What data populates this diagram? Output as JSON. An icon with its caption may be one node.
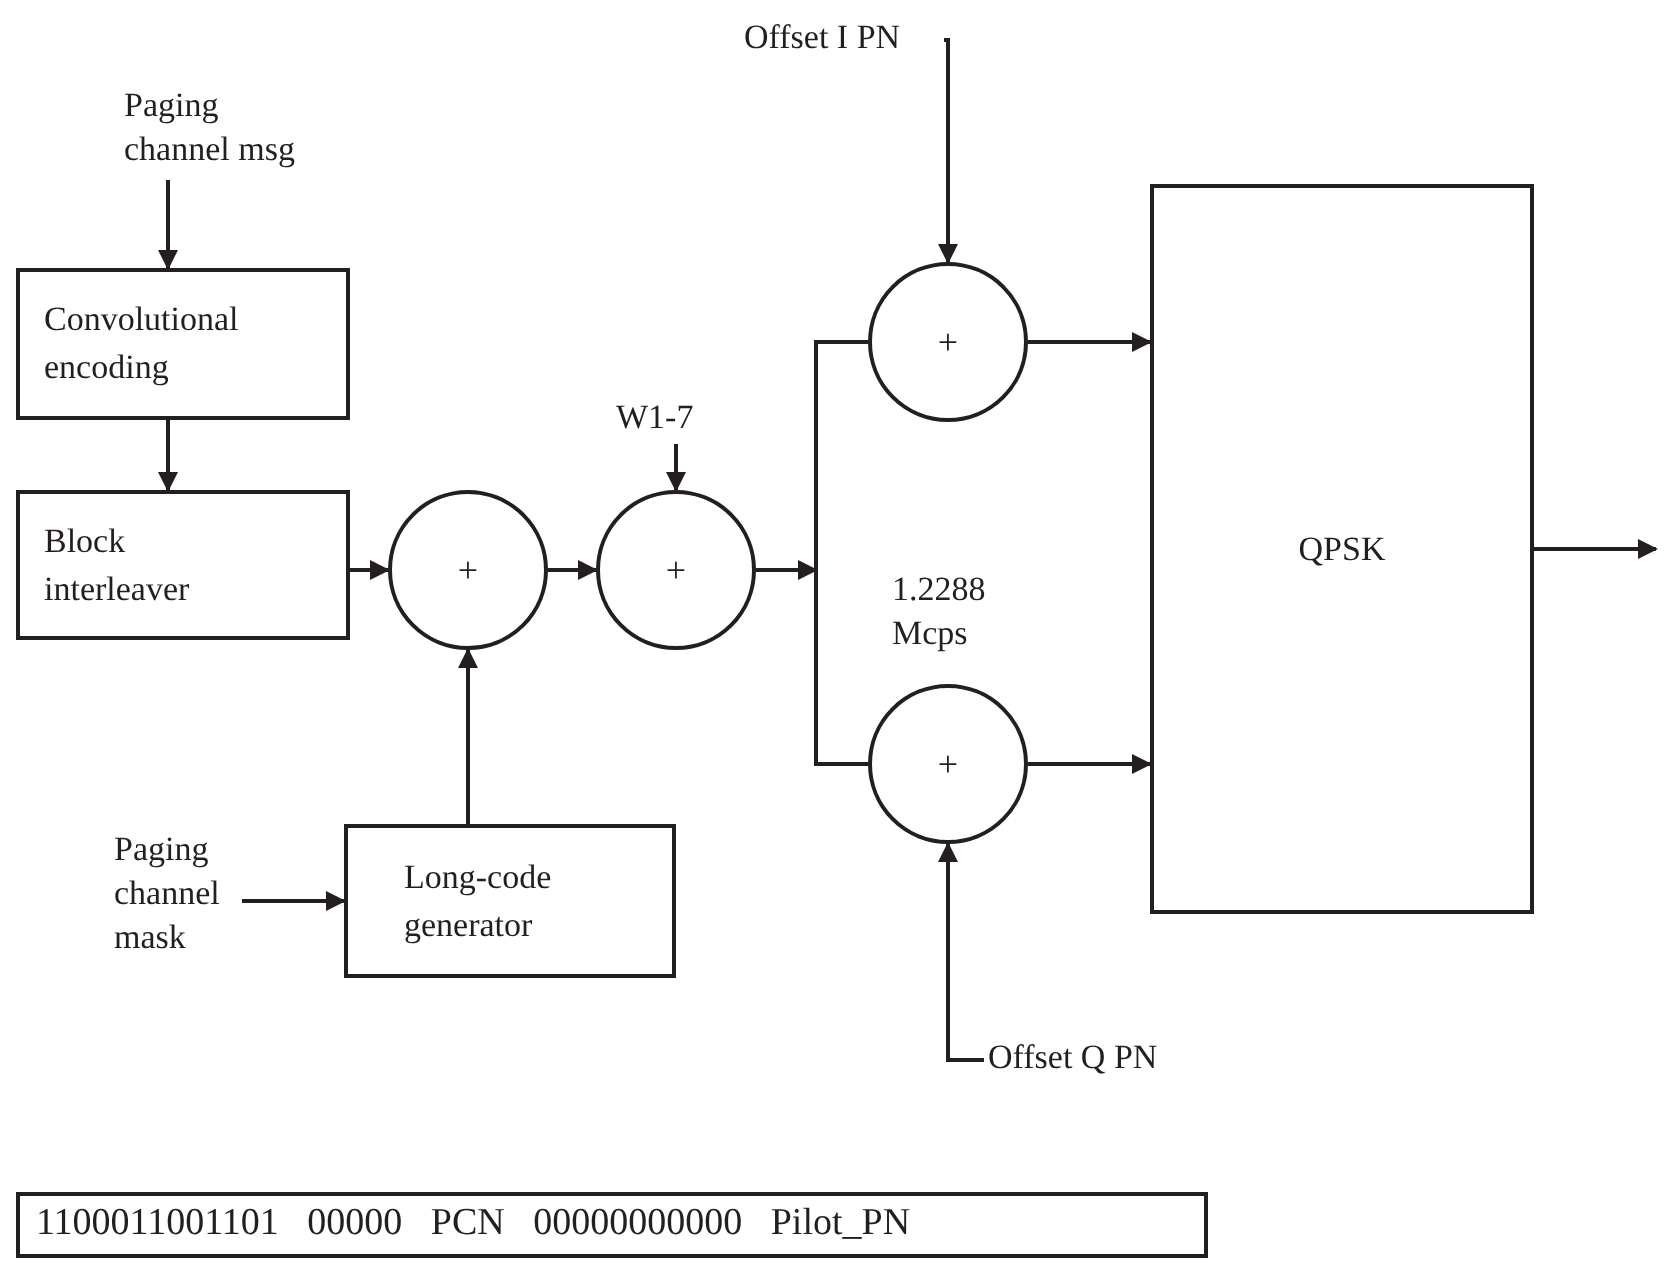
{
  "diagram": {
    "nodes": [
      {
        "text": [
          "Paging channel msg"
        ]
      },
      {
        "text": [
          "Convolutional encoding"
        ]
      },
      {
        "text": [
          "Block interleaver"
        ]
      },
      {
        "text": [
          "+"
        ]
      },
      {
        "text": [
          "+"
        ]
      },
      {
        "text": [
          "W1-7"
        ]
      },
      {
        "text": [
          "Offset I PN"
        ]
      },
      {
        "text": [
          "+"
        ]
      },
      {
        "text": [
          "+"
        ]
      },
      {
        "text": [
          "1.2288 Mcps"
        ]
      },
      {
        "text": [
          "QPSK"
        ]
      },
      {
        "text": [
          "Paging channel mask"
        ]
      },
      {
        "text": [
          "Long-code generator"
        ]
      },
      {
        "text": [
          "Offset Q PN"
        ]
      },
      {
        "text": [
          "1100011001101 00000 PCN 00000000000 Pilot_PN"
        ]
      }
    ],
    "edges": [
      {
        "from": 0,
        "to": 1,
        "arrow": "to"
      },
      {
        "from": 1,
        "to": 2,
        "arrow": "to"
      },
      {
        "from": 2,
        "to": 3,
        "arrow": "to"
      },
      {
        "from": 12,
        "to": 3,
        "arrow": "to"
      },
      {
        "from": 3,
        "to": 4,
        "arrow": "to"
      },
      {
        "from": 5,
        "to": 4,
        "arrow": "to"
      },
      {
        "from": 4,
        "to": null,
        "arrow": "to"
      },
      {
        "from": null,
        "to": 7,
        "arrow": "none"
      },
      {
        "from": null,
        "to": 8,
        "arrow": "none"
      },
      {
        "from": 6,
        "to": 7,
        "arrow": "to"
      },
      {
        "from": 13,
        "to": 8,
        "arrow": "to"
      },
      {
        "from": 7,
        "to": 10,
        "arrow": "to"
      },
      {
        "from": 8,
        "to": 10,
        "arrow": "to"
      },
      {
        "from": 11,
        "to": 12,
        "arrow": "to"
      },
      {
        "from": 10,
        "to": null,
        "arrow": "to"
      }
    ]
  }
}
